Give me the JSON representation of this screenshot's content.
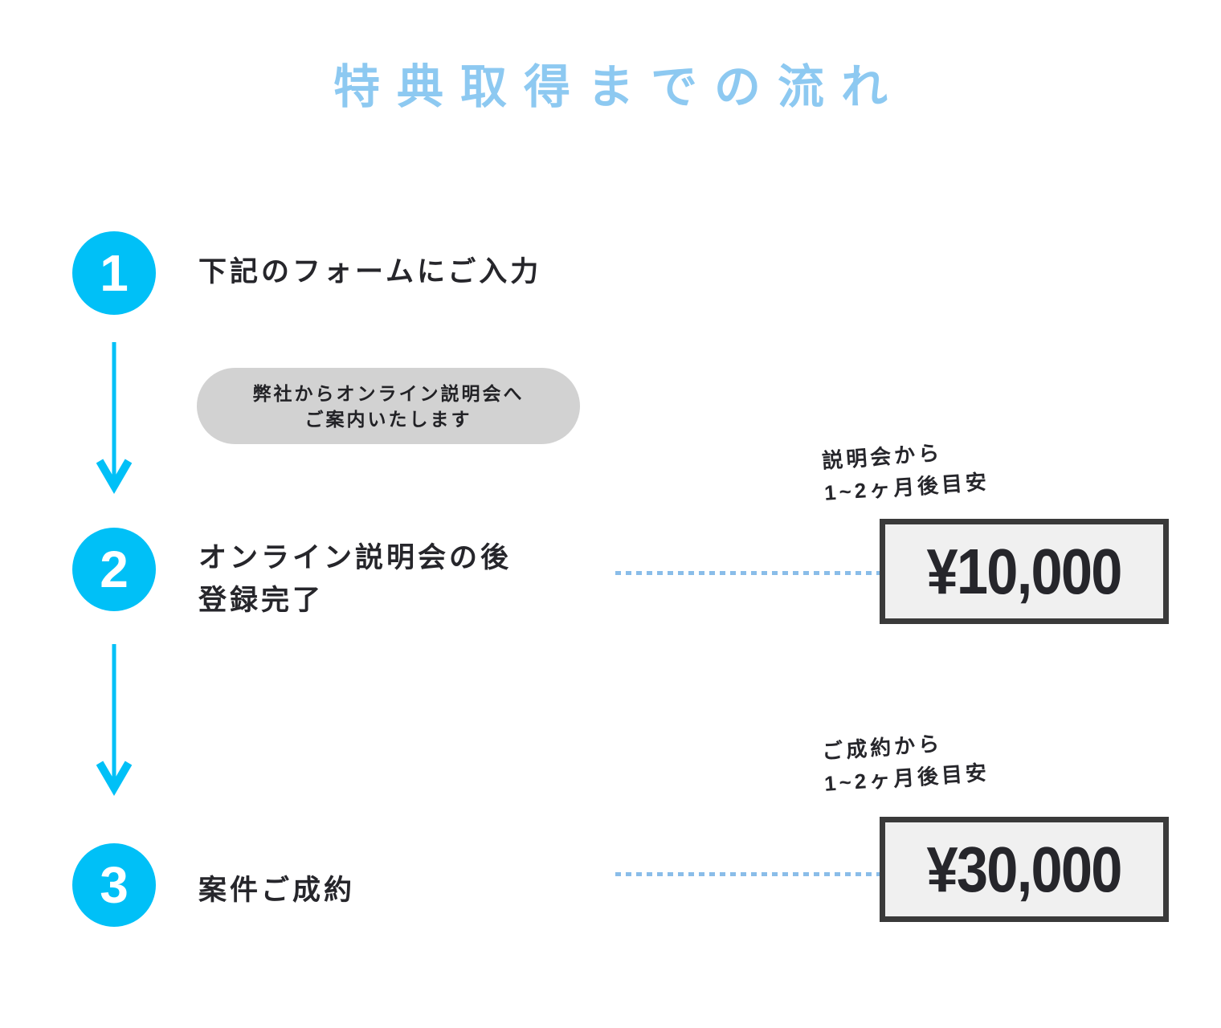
{
  "title": "特典取得までの流れ",
  "colors": {
    "accent_blue": "#00c0f7",
    "title_blue": "#8dc9f1",
    "dotted_line_blue": "#8abde9",
    "text_dark": "#26262b",
    "bubble_gray": "#d2d2d2",
    "box_fill": "#f0f0f0",
    "box_border": "#3a3a3a",
    "background": "#ffffff"
  },
  "steps": [
    {
      "number": "1",
      "label": "下記のフォームにご入力"
    },
    {
      "number": "2",
      "label_line1": "オンライン説明会の後",
      "label_line2": "登録完了"
    },
    {
      "number": "3",
      "label": "案件ご成約"
    }
  ],
  "bubble": {
    "line1": "弊社からオンライン説明会へ",
    "line2": "ご案内いたします"
  },
  "rewards": [
    {
      "note_line1": "説明会から",
      "note_line2": "1~2ヶ月後目安",
      "amount": "¥10,000"
    },
    {
      "note_line1": "ご成約から",
      "note_line2": "1~2ヶ月後目安",
      "amount": "¥30,000"
    }
  ]
}
